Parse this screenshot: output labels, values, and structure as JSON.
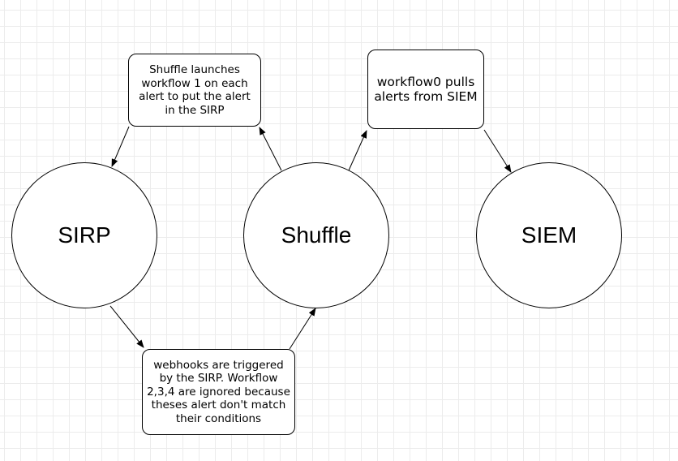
{
  "diagram": {
    "nodes": [
      {
        "id": "sirp",
        "label": "SIRP",
        "shape": "circle"
      },
      {
        "id": "shuffle",
        "label": "Shuffle",
        "shape": "circle"
      },
      {
        "id": "siem",
        "label": "SIEM",
        "shape": "circle"
      }
    ],
    "notes": {
      "launch": "Shuffle launches\nworkflow 1 on each\nalert to put the alert\nin the SIRP",
      "pulls": "workflow0 pulls\nalerts from SIEM",
      "webhooks": "webhooks are triggered\nby the SIRP. Workflow\n2,3,4 are ignored because\ntheses alert don't match\ntheir conditions"
    },
    "edges": [
      {
        "from": "shuffle",
        "to": "note-launch"
      },
      {
        "from": "note-launch",
        "to": "sirp"
      },
      {
        "from": "shuffle",
        "to": "note-pulls"
      },
      {
        "from": "note-pulls",
        "to": "siem"
      },
      {
        "from": "sirp",
        "to": "note-webhooks"
      },
      {
        "from": "note-webhooks",
        "to": "shuffle"
      }
    ],
    "colors": {
      "stroke": "#000000",
      "fill": "#ffffff",
      "grid": "#ececec"
    }
  }
}
